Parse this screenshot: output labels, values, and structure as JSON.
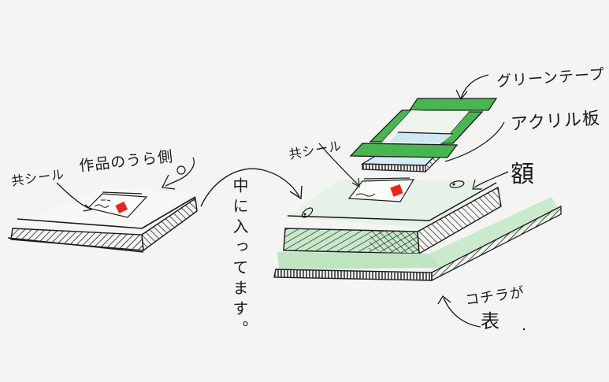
{
  "diagram": {
    "type": "hand-drawn sketch",
    "subject": "Framed artwork assembly with seal on back",
    "colors": {
      "background": "#f4f5f3",
      "ink": "#1a1a1a",
      "green_tape": "#3fb04a",
      "green_light": "#b9e2bd",
      "acrylic_blue": "#a9d3ec",
      "seal_red": "#e8261f"
    }
  },
  "labels": {
    "artwork_back": "作品のうら側",
    "seal_left": "共シール",
    "seal_right": "共シール",
    "green_tape": "グリーンテープ",
    "acrylic_board": "アクリル板",
    "frame": "額",
    "inside_note": "中に入ってます。",
    "front_note_line1": "コチラが",
    "front_note_line2": "表"
  },
  "components": [
    {
      "id": "artwork",
      "name": "作品のうら側",
      "position": "left"
    },
    {
      "id": "green-tape",
      "name": "グリーンテープ",
      "position": "top-right"
    },
    {
      "id": "acrylic",
      "name": "アクリル板",
      "position": "middle-right"
    },
    {
      "id": "frame",
      "name": "額",
      "position": "bottom-right"
    }
  ]
}
